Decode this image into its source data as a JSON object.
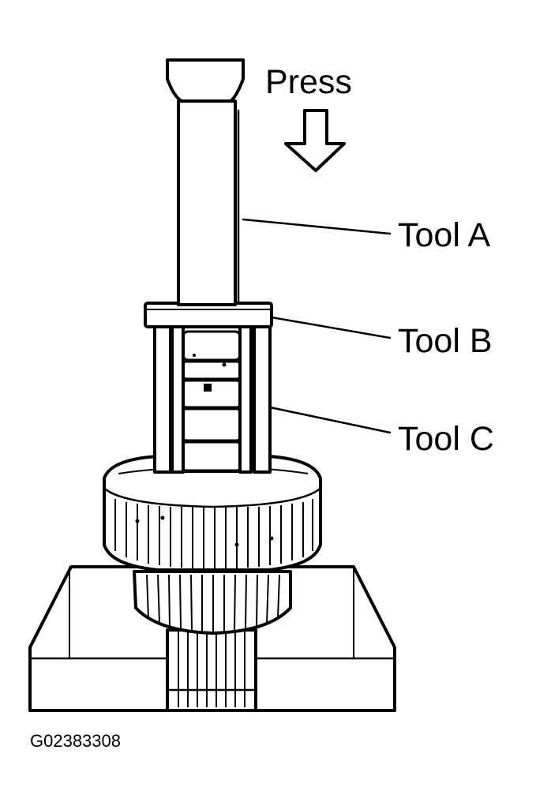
{
  "labels": {
    "press": "Press",
    "tool_a": "Tool A",
    "tool_b": "Tool B",
    "tool_c": "Tool C"
  },
  "figure_code": "G02383308",
  "colors": {
    "ink": "#000000",
    "paper": "#ffffff"
  }
}
